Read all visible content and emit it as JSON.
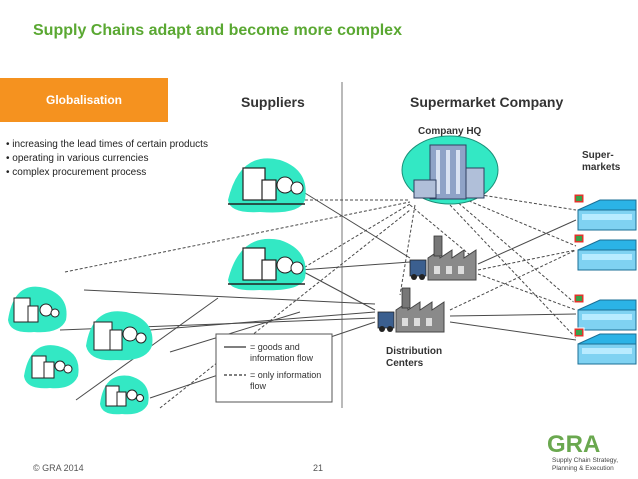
{
  "title": "Supply Chains adapt and become more complex",
  "globalisation": {
    "label": "Globalisation",
    "bullets": [
      "increasing the lead times of certain products",
      "operating in various currencies",
      "complex procurement process"
    ]
  },
  "diagram": {
    "suppliers_heading": "Suppliers",
    "company_heading": "Supermarket Company",
    "hq_label": "Company HQ",
    "supermarkets_label": [
      "Super-",
      "markets"
    ],
    "distribution_label": [
      "Distribution",
      "Centers"
    ],
    "legend": {
      "goods_and_info": [
        "= goods and",
        "information flow"
      ],
      "info_only": [
        "= only information",
        "flow"
      ]
    }
  },
  "footer": {
    "copyright": "© GRA 2014",
    "page_number": "21",
    "logo_text": "GRA",
    "tagline": [
      "Supply Chain Strategy,",
      "Planning & Execution"
    ]
  },
  "colors": {
    "title_green": "#5aa832",
    "orange": "#f5921f",
    "teal": "#33e8c4",
    "logo_green": "#6aa84f"
  }
}
